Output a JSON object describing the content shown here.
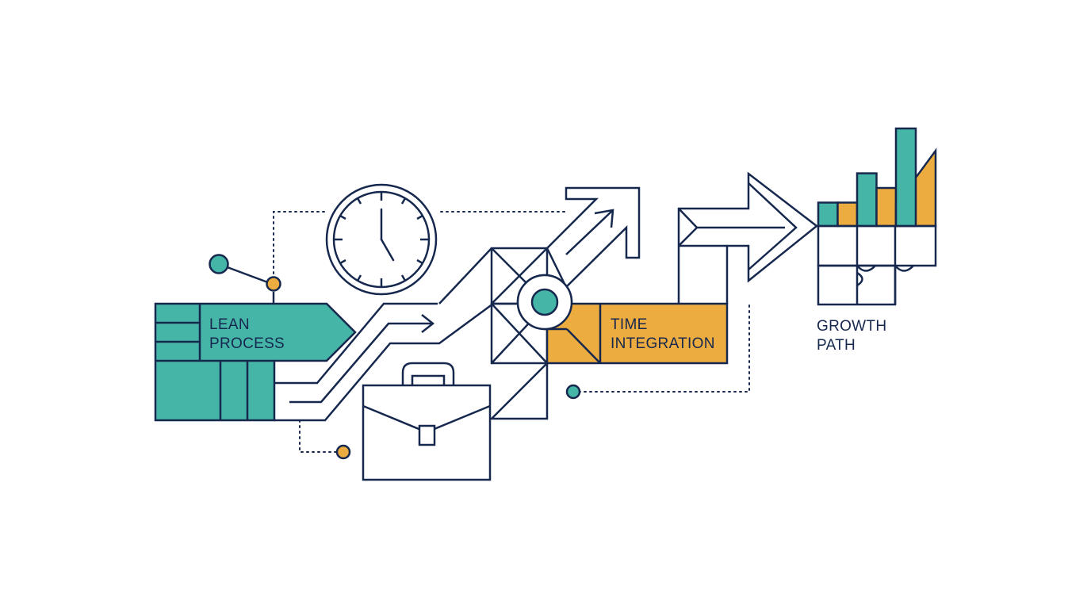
{
  "labels": {
    "lean_process": [
      "LEAN",
      "PROCESS"
    ],
    "time_integration": [
      "TIME",
      "INTEGRATION"
    ],
    "growth_path": [
      "GROWTH",
      "PATH"
    ]
  },
  "clock": {
    "hour": 5,
    "minute": 0
  },
  "growth_chart": {
    "bars": [
      {
        "color": "teal",
        "level": 0.24
      },
      {
        "color": "orange",
        "level": 0.24
      },
      {
        "color": "teal",
        "level": 0.54
      },
      {
        "color": "orange",
        "level": 0.39
      },
      {
        "color": "teal",
        "level": 1.0
      }
    ]
  },
  "colors": {
    "navy": "#16284e",
    "teal": "#45b5a8",
    "orange": "#edac3f",
    "background": "#ffffff"
  },
  "icons": [
    "clock-icon",
    "briefcase-icon",
    "arrow-icon",
    "puzzle-icon",
    "bar-chart-icon",
    "connector-node-icon"
  ]
}
